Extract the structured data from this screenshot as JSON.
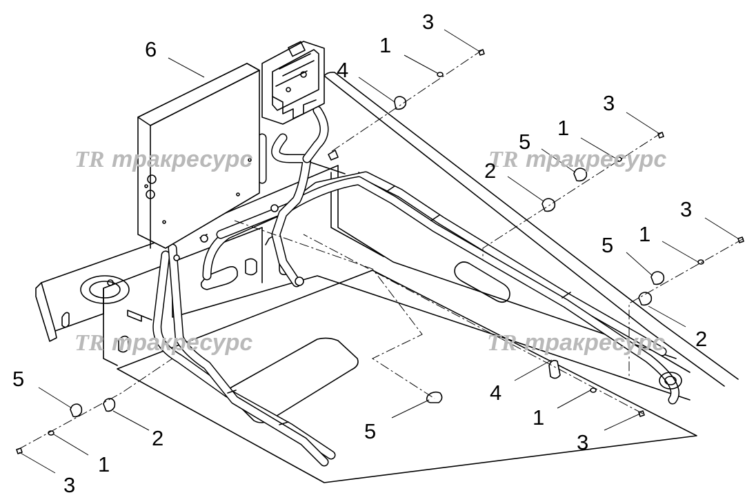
{
  "callouts": {
    "c1": "1",
    "c2": "1",
    "c3": "1",
    "c4": "1",
    "c5": "2",
    "c6": "2",
    "c7": "2",
    "c8": "3",
    "c9": "3",
    "c10": "3",
    "c11": "3",
    "c12": "3",
    "c13": "4",
    "c14": "4",
    "c15": "5",
    "c16": "5",
    "c17": "5",
    "c18": "5",
    "c19": "6"
  },
  "watermark": {
    "logo": "TR",
    "brand": "тракресурс"
  }
}
